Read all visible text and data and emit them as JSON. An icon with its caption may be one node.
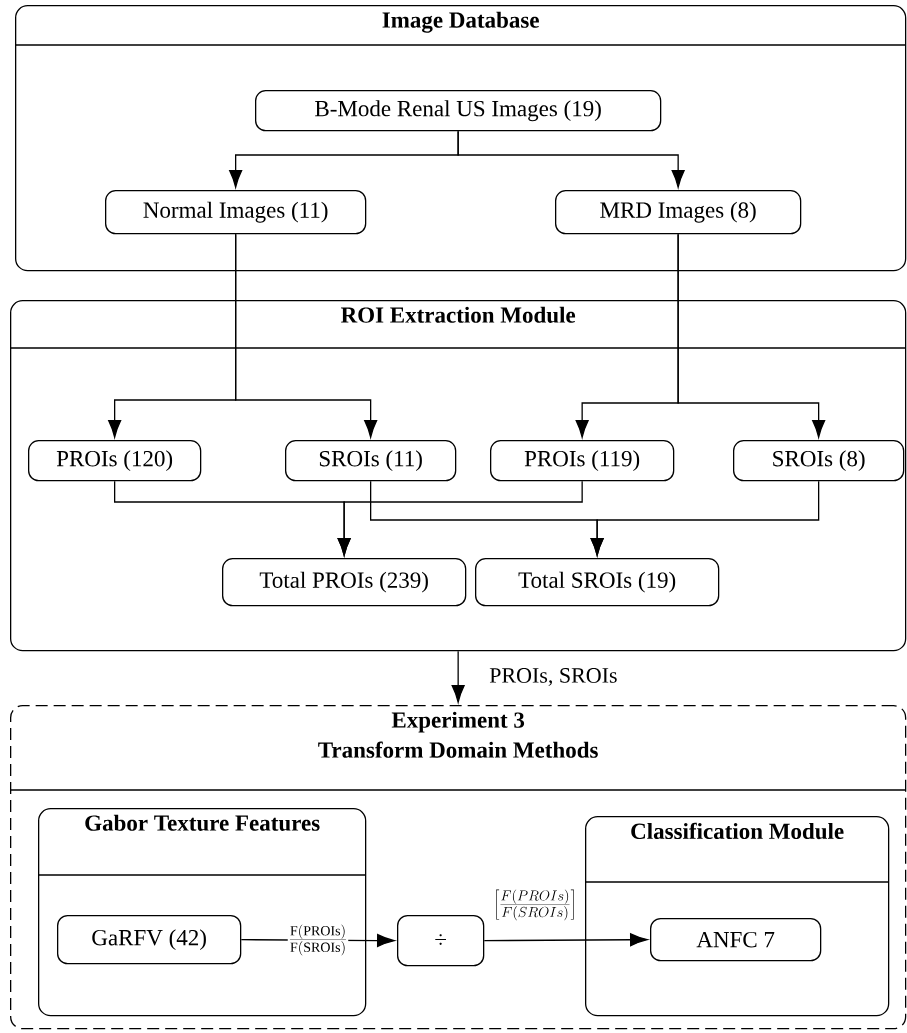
{
  "diagram": {
    "nodes": [
      {
        "text": [
          "Image Database"
        ]
      },
      {
        "text": [
          "B-Mode Renal US Images (19)"
        ],
        "in": 0
      },
      {
        "text": [
          "Normal Images (11)"
        ],
        "in": 0
      },
      {
        "text": [
          "MRD Images  (8)"
        ],
        "in": 0
      },
      {
        "text": [
          "ROI Extraction Module"
        ]
      },
      {
        "text": [
          "PROIs (120)"
        ],
        "in": 4
      },
      {
        "text": [
          "SROIs (11)"
        ],
        "in": 4
      },
      {
        "text": [
          "PROIs (119)"
        ],
        "in": 4
      },
      {
        "text": [
          "SROIs (8)"
        ],
        "in": 4
      },
      {
        "text": [
          "Total PROIs (239)"
        ],
        "in": 4
      },
      {
        "text": [
          "Total SROIs (19)"
        ],
        "in": 4
      },
      {
        "text": [
          "Experiment 3",
          "Transform Domain Methods"
        ]
      },
      {
        "text": [
          "Gabor Texture Features"
        ],
        "in": 11
      },
      {
        "text": [
          "GaRFV (42)"
        ],
        "in": 12
      },
      {
        "text": [
          "÷"
        ],
        "in": 11
      },
      {
        "text": [
          "Classification Module"
        ],
        "in": 11
      },
      {
        "text": [
          "ANFC 7"
        ],
        "in": 15
      }
    ],
    "edges": [
      {
        "from": 1,
        "to": 2,
        "arrow": "to"
      },
      {
        "from": 1,
        "to": 3,
        "arrow": "to"
      },
      {
        "from": 2,
        "to": 5,
        "arrow": "to"
      },
      {
        "from": 2,
        "to": 6,
        "arrow": "to"
      },
      {
        "from": 3,
        "to": 7,
        "arrow": "to"
      },
      {
        "from": 3,
        "to": 8,
        "arrow": "to"
      },
      {
        "from": 5,
        "to": 9,
        "arrow": "to"
      },
      {
        "from": 7,
        "to": 9,
        "arrow": "to"
      },
      {
        "from": 6,
        "to": 10,
        "arrow": "to"
      },
      {
        "from": 8,
        "to": 10,
        "arrow": "to"
      },
      {
        "from": 4,
        "to": 11,
        "arrow": "to",
        "label": "PROIs, SROIs"
      },
      {
        "from": 13,
        "to": 14,
        "arrow": "to",
        "label": "\\frac{\\mathrm{F(PROIs)}}{\\mathrm{F(SROIs)}}"
      },
      {
        "from": 14,
        "to": 16,
        "arrow": "to",
        "label": "\\left[\\frac{F(PROIs)}{F(SROIs)}\\right]"
      }
    ]
  }
}
